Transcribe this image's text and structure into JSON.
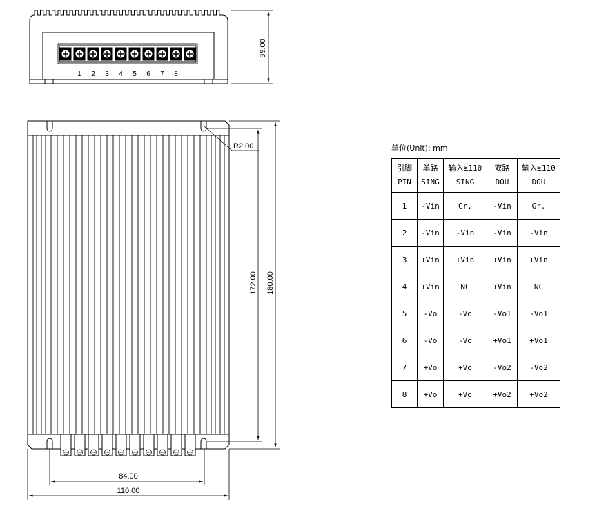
{
  "dimensions": {
    "height_top": "39.00",
    "radius": "R2.00",
    "inner_length": "172.00",
    "outer_length": "180.00",
    "pin_span": "84.00",
    "total_width": "110.00"
  },
  "terminal_numbers": [
    "1",
    "2",
    "3",
    "4",
    "5",
    "6",
    "7",
    "8"
  ],
  "pin_table": {
    "caption": "单位(Unit): mm",
    "headers": [
      {
        "cn": "引脚",
        "en": "PIN"
      },
      {
        "cn": "单路",
        "en": "SING"
      },
      {
        "cn": "输入≥110",
        "en": "SING"
      },
      {
        "cn": "双路",
        "en": "DOU"
      },
      {
        "cn": "输入≥110",
        "en": "DOU"
      }
    ],
    "rows": [
      [
        "1",
        "-Vin",
        "Gr.",
        "-Vin",
        "Gr."
      ],
      [
        "2",
        "-Vin",
        "-Vin",
        "-Vin",
        "-Vin"
      ],
      [
        "3",
        "+Vin",
        "+Vin",
        "+Vin",
        "+Vin"
      ],
      [
        "4",
        "+Vin",
        "NC",
        "+Vin",
        "NC"
      ],
      [
        "5",
        "-Vo",
        "-Vo",
        "-Vo1",
        "-Vo1"
      ],
      [
        "6",
        "-Vo",
        "-Vo",
        "+Vo1",
        "+Vo1"
      ],
      [
        "7",
        "+Vo",
        "+Vo",
        "-Vo2",
        "-Vo2"
      ],
      [
        "8",
        "+Vo",
        "+Vo",
        "+Vo2",
        "+Vo2"
      ]
    ]
  }
}
